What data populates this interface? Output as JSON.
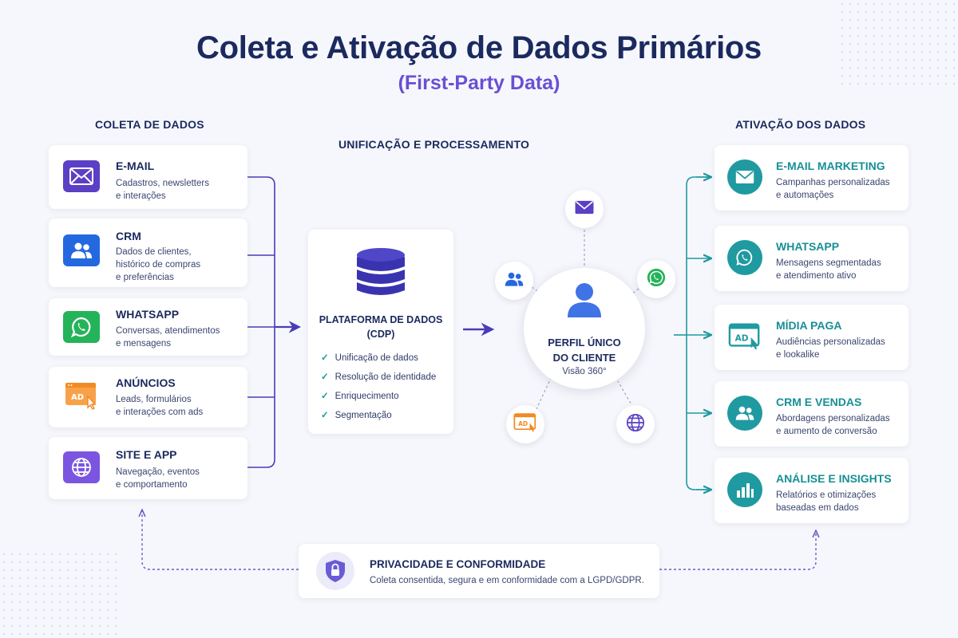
{
  "header": {
    "title": "Coleta e Ativação de Dados Primários",
    "subtitle": "(First-Party Data)"
  },
  "sections": {
    "collect": "COLETA DE DADOS",
    "unify": "UNIFICAÇÃO E PROCESSAMENTO",
    "activate": "ATIVAÇÃO DOS DADOS"
  },
  "collect_items": [
    {
      "title": "E-MAIL",
      "desc": "Cadastros, newsletters\ne interações",
      "icon": "envelope-icon",
      "color": "#5b3fc4"
    },
    {
      "title": "CRM",
      "desc": "Dados de clientes,\nhistórico de compras\ne preferências",
      "icon": "people-icon",
      "color": "#2468e0"
    },
    {
      "title": "WHATSAPP",
      "desc": "Conversas, atendimentos\ne mensagens",
      "icon": "whatsapp-icon",
      "color": "#25b35a"
    },
    {
      "title": "ANÚNCIOS",
      "desc": "Leads, formulários\ne interações com ads",
      "icon": "ad-icon",
      "color": "#f28a22"
    },
    {
      "title": "SITE E APP",
      "desc": "Navegação, eventos\ne comportamento",
      "icon": "globe-icon",
      "color": "#7b55e0"
    }
  ],
  "cdp": {
    "title": "PLATAFORMA DE DADOS\n(CDP)",
    "features": [
      "Unificação de dados",
      "Resolução de identidade",
      "Enriquecimento",
      "Segmentação"
    ]
  },
  "profile": {
    "title": "PERFIL ÚNICO\nDO CLIENTE",
    "subtitle": "Visão 360°"
  },
  "activate_items": [
    {
      "title": "E-MAIL MARKETING",
      "desc": "Campanhas personalizadas\ne automações",
      "icon": "envelope-icon"
    },
    {
      "title": "WHATSAPP",
      "desc": "Mensagens segmentadas\ne atendimento ativo",
      "icon": "whatsapp-icon"
    },
    {
      "title": "MÍDIA PAGA",
      "desc": "Audiências personalizadas\ne lookalike",
      "icon": "ad-icon"
    },
    {
      "title": "CRM E VENDAS",
      "desc": "Abordagens personalizadas\ne aumento de conversão",
      "icon": "people-icon"
    },
    {
      "title": "ANÁLISE E INSIGHTS",
      "desc": "Relatórios e otimizações\nbaseadas em dados",
      "icon": "chart-icon"
    }
  ],
  "privacy": {
    "title": "PRIVACIDADE E CONFORMIDADE",
    "desc": "Coleta consentida, segura e em conformidade com a LGPD/GDPR.",
    "icon": "shield-lock-icon"
  },
  "ad_badge": "AD",
  "colors": {
    "navy": "#1b2a5e",
    "purple": "#6a4fd3",
    "teal": "#1f9aa0",
    "background": "#f6f7fc"
  }
}
